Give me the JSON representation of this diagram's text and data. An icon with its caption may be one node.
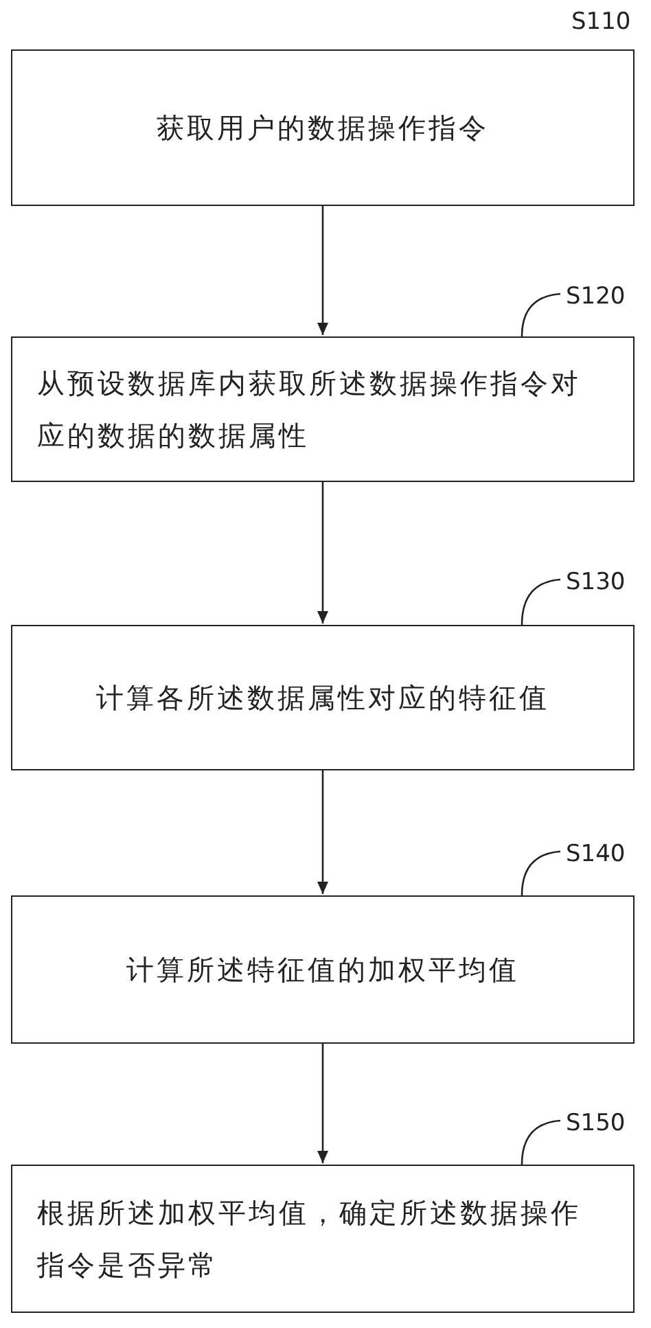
{
  "diagram": {
    "nodes": [
      {
        "text": [
          "获取用户的数据操作指令"
        ],
        "beside": [
          "S110"
        ]
      },
      {
        "text": [
          "S120"
        ]
      },
      {
        "text": [
          "从预设数据库内获取所述数据操作指令对应的数据的数据属性"
        ]
      },
      {
        "text": [
          "S130"
        ]
      },
      {
        "text": [
          "计算各所述数据属性对应的特征值"
        ]
      },
      {
        "text": [
          "S140"
        ]
      },
      {
        "text": [
          "计算所述特征值的加权平均值"
        ]
      },
      {
        "text": [
          "S150"
        ]
      },
      {
        "text": [
          "根据所述加权平均值，确定所述数据操作指令是否异常"
        ]
      }
    ],
    "edges": [
      {
        "from": 0,
        "to": 2,
        "arrow": "to"
      },
      {
        "from": 2,
        "to": 4,
        "arrow": "to"
      },
      {
        "from": 4,
        "to": 6,
        "arrow": "to"
      },
      {
        "from": 6,
        "to": 8,
        "arrow": "to"
      },
      {
        "from": 1,
        "to": 2,
        "arrow": "none"
      },
      {
        "from": 3,
        "to": 4,
        "arrow": "none"
      },
      {
        "from": 5,
        "to": 6,
        "arrow": "none"
      },
      {
        "from": 7,
        "to": 8,
        "arrow": "none"
      }
    ]
  }
}
